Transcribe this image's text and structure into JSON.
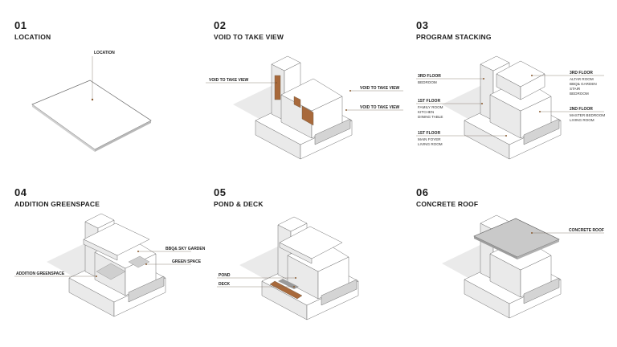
{
  "steps": [
    {
      "num": "01",
      "title": "LOCATION",
      "labels": [
        "LOCATION"
      ]
    },
    {
      "num": "02",
      "title": "VOID TO TAKE VIEW",
      "labels": [
        "VOID TO TAKE VIEW",
        "VOID TO TAKE VIEW",
        "VOID TO TAKE VIEW"
      ]
    },
    {
      "num": "03",
      "title": "PROGRAM STACKING",
      "left": [
        {
          "head": "3RD FLOOR",
          "lines": [
            "BEDROOM"
          ]
        },
        {
          "head": "1ST FLOOR",
          "lines": [
            "FAMILY ROOM",
            "KITCHEN",
            "DINING TABLE"
          ]
        },
        {
          "head": "1ST FLOOR",
          "lines": [
            "MAIN FOYER",
            "LIVING ROOM"
          ]
        }
      ],
      "right": [
        {
          "head": "3RD FLOOR",
          "lines": [
            "ALTAR ROOM",
            "BBQ& GARDEN",
            "STAIR",
            "BEDROOM"
          ]
        },
        {
          "head": "2ND FLOOR",
          "lines": [
            "MASTER BEDROOM",
            "LIVING ROOM"
          ]
        }
      ]
    },
    {
      "num": "04",
      "title": "ADDITION GREENSPACE",
      "labels": [
        "BBQ& SKY GARDEN",
        "GREEN SPACE",
        "ADDITION GREENSPACE"
      ]
    },
    {
      "num": "05",
      "title": "POND & DECK",
      "labels": [
        "POND",
        "DECK"
      ]
    },
    {
      "num": "06",
      "title": "CONCRETE ROOF",
      "labels": [
        "CONCRETE ROOF"
      ]
    }
  ]
}
